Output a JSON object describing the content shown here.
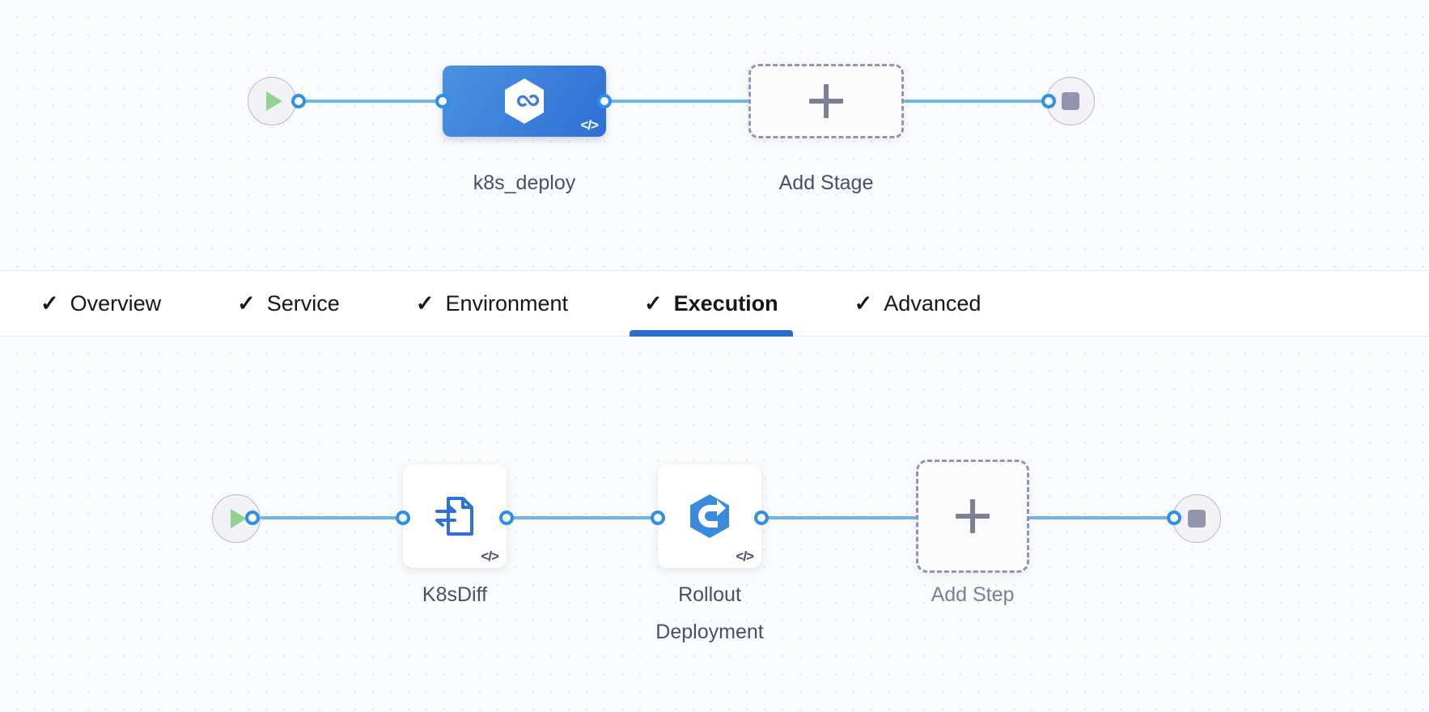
{
  "theme": {
    "accent": "#2a6bc9",
    "connector": "#6cb6f0",
    "port_ring": "#2f8ded",
    "stage_node_blue": "#3a7fdb",
    "dashed_border": "#9295ad",
    "canvas_bg": "#fafbfc",
    "play_green": "#90d394",
    "stop_grey": "#9295ad",
    "caption_text": "#4a4e67"
  },
  "stage_pipeline": {
    "start_node": {
      "icon": "play-icon",
      "label": ""
    },
    "nodes": [
      {
        "id": "k8s-deploy-stage",
        "label": "k8s_deploy",
        "icon": "harness-hexagon-infinity-icon",
        "badge": "</>",
        "type": "stage",
        "selected": true
      }
    ],
    "add_node": {
      "label": "Add Stage",
      "icon": "plus-icon"
    },
    "end_node": {
      "icon": "stop-icon",
      "label": ""
    }
  },
  "tabs": {
    "items": [
      {
        "label": "Overview",
        "check": "✓",
        "active": false
      },
      {
        "label": "Service",
        "check": "✓",
        "active": false
      },
      {
        "label": "Environment",
        "check": "✓",
        "active": false
      },
      {
        "label": "Execution",
        "check": "✓",
        "active": true
      },
      {
        "label": "Advanced",
        "check": "✓",
        "active": false
      }
    ]
  },
  "step_pipeline": {
    "start_node": {
      "icon": "play-icon",
      "label": ""
    },
    "nodes": [
      {
        "id": "k8s-diff-step",
        "label": "K8sDiff",
        "icon": "k8s-diff-document-icon",
        "badge": "</>",
        "type": "step"
      },
      {
        "id": "rollout-deployment-step",
        "label": "Rollout\nDeployment",
        "icon": "rollout-deployment-hexagon-icon",
        "badge": "</>",
        "type": "step"
      }
    ],
    "add_node": {
      "label": "Add Step",
      "icon": "plus-icon"
    },
    "end_node": {
      "icon": "stop-icon",
      "label": ""
    }
  }
}
